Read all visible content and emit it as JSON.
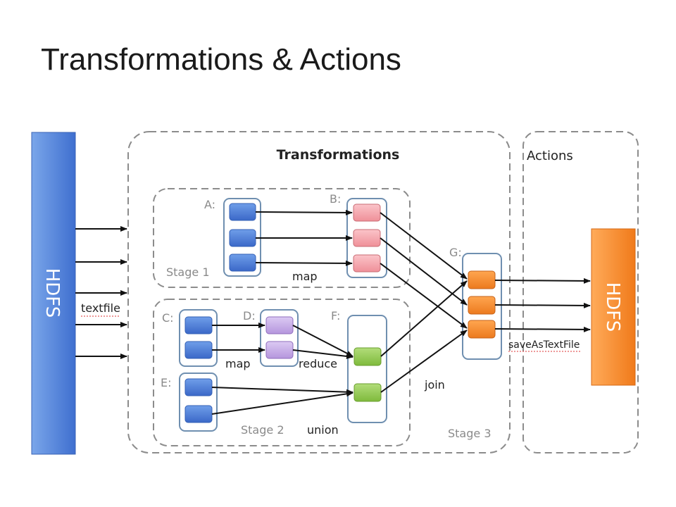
{
  "title": "Transformations & Actions",
  "diagram": {
    "hdfs_in": "HDFS",
    "hdfs_out": "HDFS",
    "textfile": "textfile",
    "transformations": "Transformations",
    "actions": "Actions",
    "stage1": "Stage 1",
    "stage2": "Stage 2",
    "stage3": "Stage 3",
    "rdd_a": "A:",
    "rdd_b": "B:",
    "rdd_c": "C:",
    "rdd_d": "D:",
    "rdd_e": "E:",
    "rdd_f": "F:",
    "rdd_g": "G:",
    "op_map1": "map",
    "op_map2": "map",
    "op_reduce": "reduce",
    "op_join": "join",
    "op_union": "union",
    "op_save": "saveAsTextFile",
    "colors": {
      "blue": "#4f7fd6",
      "pink": "#f5a7ae",
      "purple": "#c6a9e6",
      "green": "#93c953",
      "orange": "#f28a2e"
    }
  }
}
